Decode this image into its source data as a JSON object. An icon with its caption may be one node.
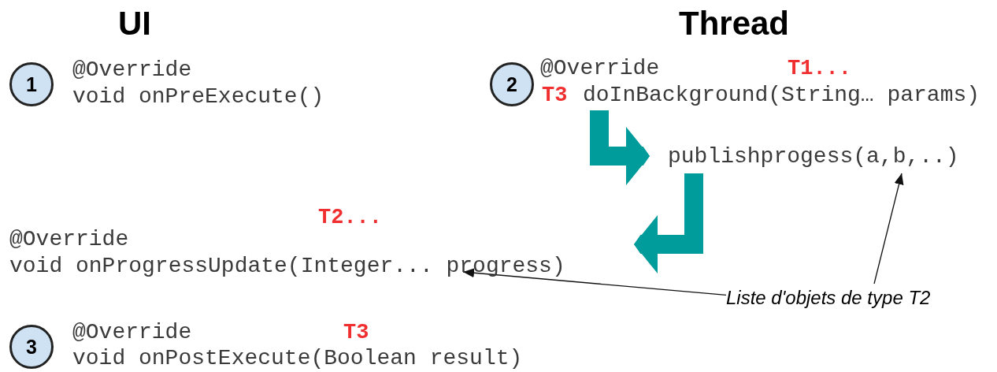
{
  "diagram": {
    "nodes": [
      {
        "text": [
          "1"
        ]
      },
      {
        "text": [
          "2"
        ]
      },
      {
        "text": [
          "3"
        ]
      },
      {
        "text": [
          "@Override",
          "doInBackground(String… params)"
        ]
      },
      {
        "text": [
          "publishprogess(a,b,..)"
        ]
      },
      {
        "text": [
          "@Override",
          "void onProgressUpdate(Integer... progress)"
        ]
      },
      {
        "text": [
          "Liste d'objets de type T2"
        ]
      }
    ],
    "edges": [
      {
        "from": 3,
        "to": 4,
        "arrow": "to",
        "style": "thick",
        "color": "#009b9b"
      },
      {
        "from": 4,
        "to": 5,
        "arrow": "to",
        "style": "thick",
        "color": "#009b9b"
      },
      {
        "from": 6,
        "to": 4,
        "arrow": "to",
        "color": "#111111"
      },
      {
        "from": 6,
        "to": 5,
        "arrow": "to",
        "color": "#111111"
      }
    ],
    "labels": [
      "UI",
      "Thread",
      "@Override",
      "void onPreExecute()",
      "T1...",
      "T3",
      "T2...",
      "@Override",
      "T3",
      "void onPostExecute(Boolean result)"
    ]
  }
}
